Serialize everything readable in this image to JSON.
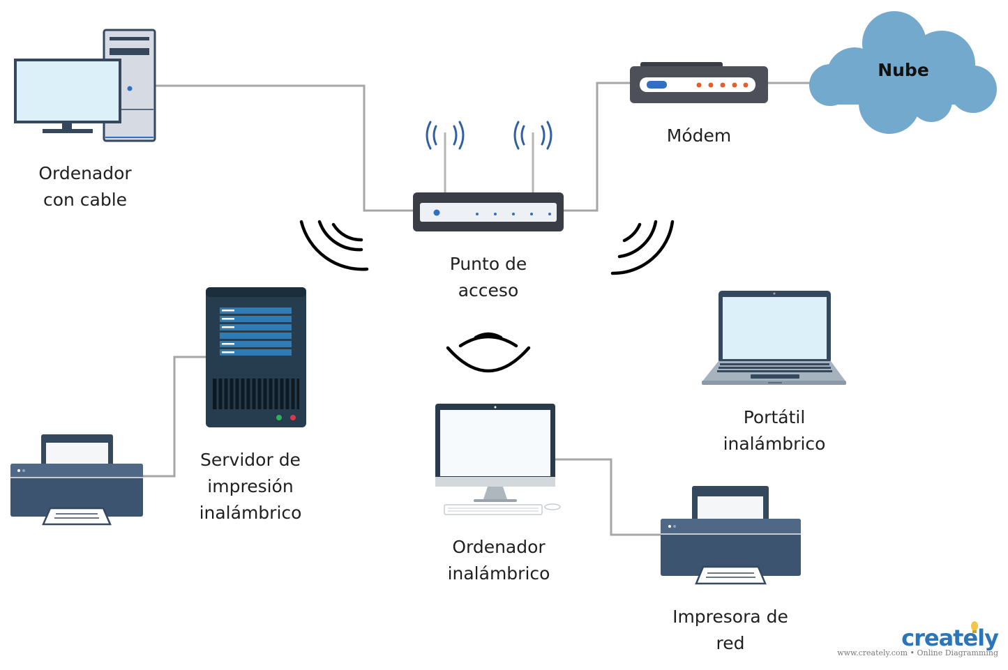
{
  "labels": {
    "wired_pc": [
      "Ordenador",
      "con cable"
    ],
    "modem": [
      "Módem"
    ],
    "cloud": "Nube",
    "access_point": [
      "Punto de",
      "acceso"
    ],
    "print_server": [
      "Servidor de",
      "impresión",
      "inalámbrico"
    ],
    "wireless_laptop": [
      "Portátil",
      "inalámbrico"
    ],
    "wireless_pc": [
      "Ordenador",
      "inalámbrico"
    ],
    "network_printer": [
      "Impresora de",
      "red"
    ]
  },
  "branding": {
    "logo": "creately",
    "tagline": "www.creately.com • Online Diagramming"
  },
  "colors": {
    "wire": "#a6a6a6",
    "device_dark": "#3a4d63",
    "screen": "#dcf0fa",
    "cloud": "#72a9cc",
    "signal": "#000000",
    "antenna_wave": "#2f5fa6",
    "brand_blue": "#2a76b9"
  }
}
